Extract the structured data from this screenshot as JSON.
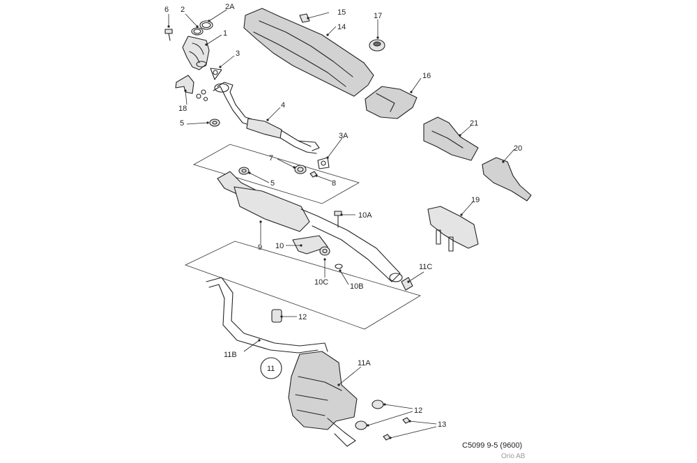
{
  "callouts": {
    "c1": "1",
    "c2": "2",
    "c2a": "2A",
    "c3": "3",
    "c3a": "3A",
    "c4": "4",
    "c5a": "5",
    "c5b": "5",
    "c6": "6",
    "c7": "7",
    "c8": "8",
    "c9": "9",
    "c10": "10",
    "c10a": "10A",
    "c10b": "10B",
    "c10c": "10C",
    "c11": "11",
    "c11a": "11A",
    "c11b": "11B",
    "c11c": "11C",
    "c12a": "12",
    "c12b": "12",
    "c13": "13",
    "c14": "14",
    "c15": "15",
    "c16": "16",
    "c17": "17",
    "c18": "18",
    "c19": "19",
    "c20": "20",
    "c21": "21"
  },
  "caption": {
    "code": "C5099 9-5 (9600)",
    "source": "Orio AB"
  }
}
